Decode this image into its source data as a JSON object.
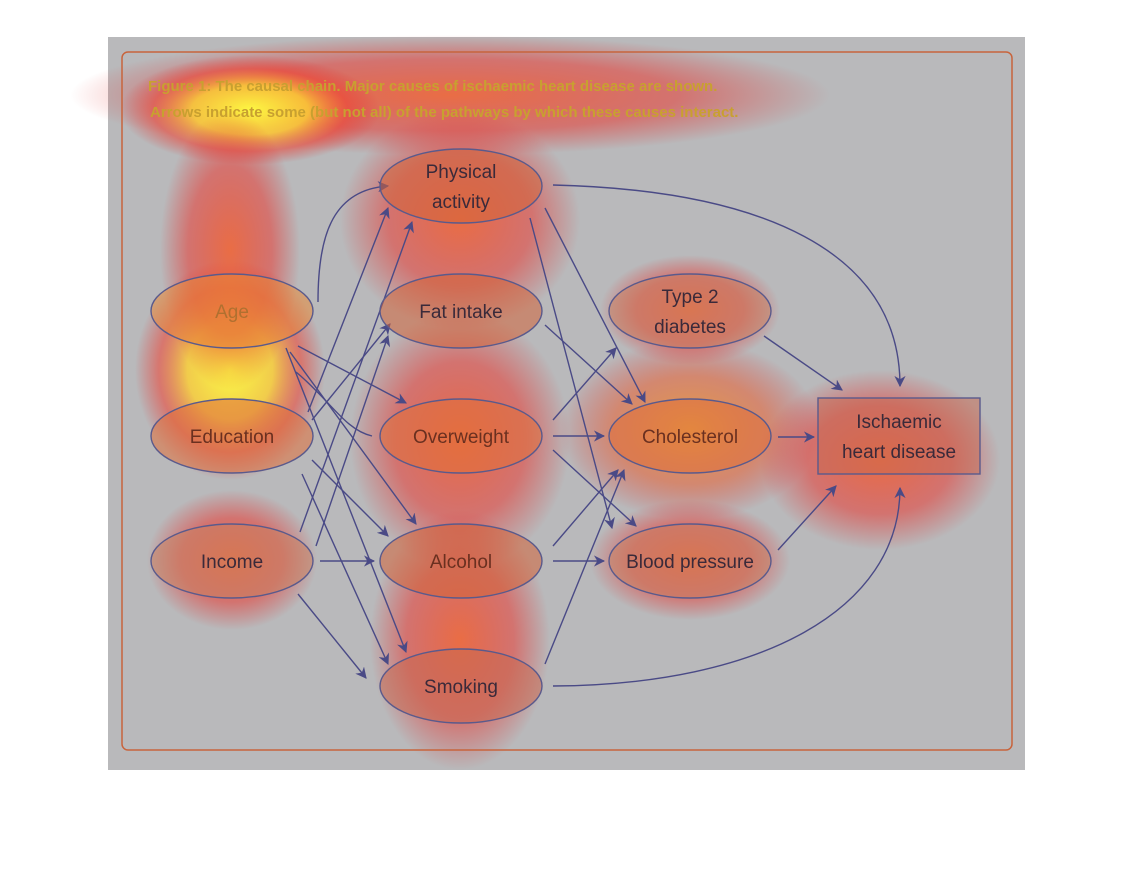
{
  "caption": {
    "line1": "Figure 1: The causal chain. Major causes of ischaemic heart disease are shown.",
    "line2": "Arrows indicate some (but not all) of the pathways by which these causes interact."
  },
  "nodes": {
    "physical_activity": {
      "line1": "Physical",
      "line2": "activity"
    },
    "fat_intake": {
      "line1": "Fat intake"
    },
    "age": {
      "line1": "Age"
    },
    "type2_diabetes": {
      "line1": "Type 2",
      "line2": "diabetes"
    },
    "education": {
      "line1": "Education"
    },
    "overweight": {
      "line1": "Overweight"
    },
    "cholesterol": {
      "line1": "Cholesterol"
    },
    "ihd": {
      "line1": "Ischaemic",
      "line2": "heart disease"
    },
    "income": {
      "line1": "Income"
    },
    "alcohol": {
      "line1": "Alcohol"
    },
    "blood_pressure": {
      "line1": "Blood pressure"
    },
    "smoking": {
      "line1": "Smoking"
    }
  },
  "colors": {
    "edge": "#4a4a86",
    "node_border": "#5a5a8c",
    "frame": "#c8643c",
    "text_dark": "#3a2a3a",
    "caption": "#c8a030"
  }
}
